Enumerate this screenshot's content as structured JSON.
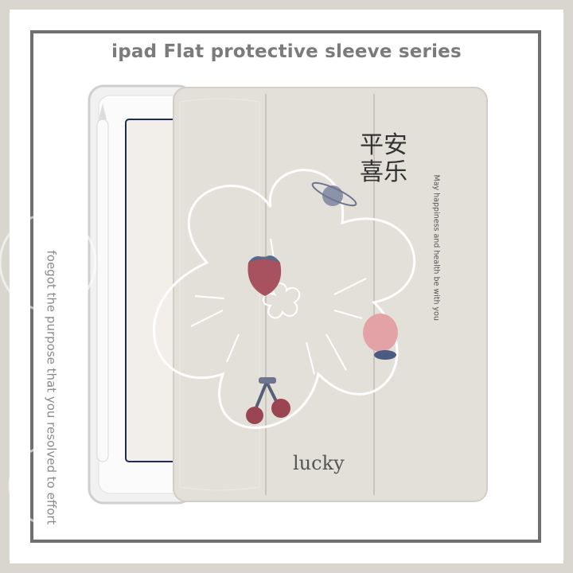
{
  "title": "ipad Flat protective sleeve series",
  "side_text_left": "foegot the purpose that you resolved to effort",
  "side_text_right": "May happiness and health be with you",
  "cover_chinese": "平安喜乐",
  "cover_word": "lucky",
  "colors": {
    "background": "#d9d5cf",
    "frame": "#6f6f6f",
    "cover": "#e3e0da",
    "title": "#7b7b79"
  }
}
